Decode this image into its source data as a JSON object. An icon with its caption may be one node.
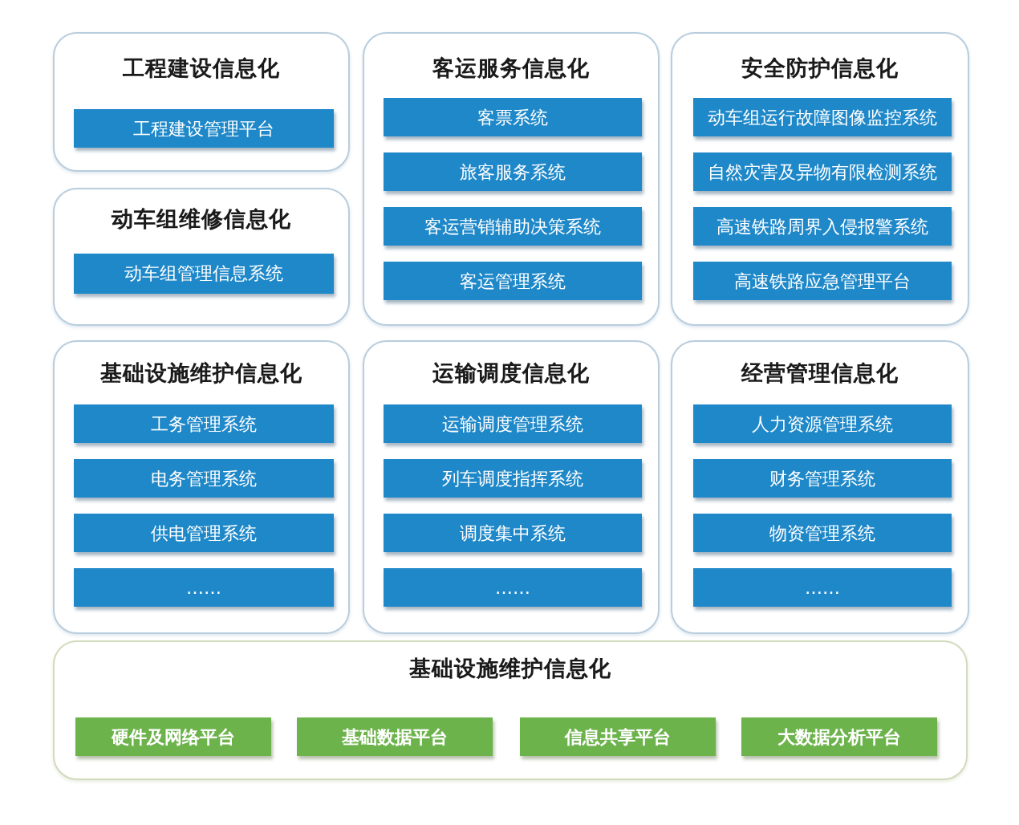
{
  "diagram": {
    "nodes": [
      {
        "text": [
          "工程建设信息化"
        ]
      },
      {
        "text": [
          "工程建设管理平台"
        ],
        "in": 0
      },
      {
        "text": [
          "客运服务信息化"
        ]
      },
      {
        "text": [
          "客票系统"
        ],
        "in": 2
      },
      {
        "text": [
          "旅客服务系统"
        ],
        "in": 2
      },
      {
        "text": [
          "客运营销辅助决策系统"
        ],
        "in": 2
      },
      {
        "text": [
          "客运管理系统"
        ],
        "in": 2
      },
      {
        "text": [
          "安全防护信息化"
        ]
      },
      {
        "text": [
          "动车组运行故障图像监控系统"
        ],
        "in": 7
      },
      {
        "text": [
          "自然灾害及异物有限检测系统"
        ],
        "in": 7
      },
      {
        "text": [
          "高速铁路周界入侵报警系统"
        ],
        "in": 7
      },
      {
        "text": [
          "高速铁路应急管理平台"
        ],
        "in": 7
      },
      {
        "text": [
          "动车组维修信息化"
        ]
      },
      {
        "text": [
          "动车组管理信息系统"
        ],
        "in": 12
      },
      {
        "text": [
          "基础设施维护信息化"
        ]
      },
      {
        "text": [
          "工务管理系统"
        ],
        "in": 14
      },
      {
        "text": [
          "电务管理系统"
        ],
        "in": 14
      },
      {
        "text": [
          "供电管理系统"
        ],
        "in": 14
      },
      {
        "text": [
          "……"
        ],
        "in": 14
      },
      {
        "text": [
          "运输调度信息化"
        ]
      },
      {
        "text": [
          "运输调度管理系统"
        ],
        "in": 19
      },
      {
        "text": [
          "列车调度指挥系统"
        ],
        "in": 19
      },
      {
        "text": [
          "调度集中系统"
        ],
        "in": 19
      },
      {
        "text": [
          "……"
        ],
        "in": 19
      },
      {
        "text": [
          "经营管理信息化"
        ]
      },
      {
        "text": [
          "人力资源管理系统"
        ],
        "in": 24
      },
      {
        "text": [
          "财务管理系统"
        ],
        "in": 24
      },
      {
        "text": [
          "物资管理系统"
        ],
        "in": 24
      },
      {
        "text": [
          "……"
        ],
        "in": 24
      },
      {
        "text": [
          "基础设施维护信息化"
        ]
      },
      {
        "text": [
          "硬件及网络平台"
        ],
        "in": 29
      },
      {
        "text": [
          "基础数据平台"
        ],
        "in": 29
      },
      {
        "text": [
          "信息共享平台"
        ],
        "in": 29
      },
      {
        "text": [
          "大数据分析平台"
        ],
        "in": 29
      }
    ]
  }
}
